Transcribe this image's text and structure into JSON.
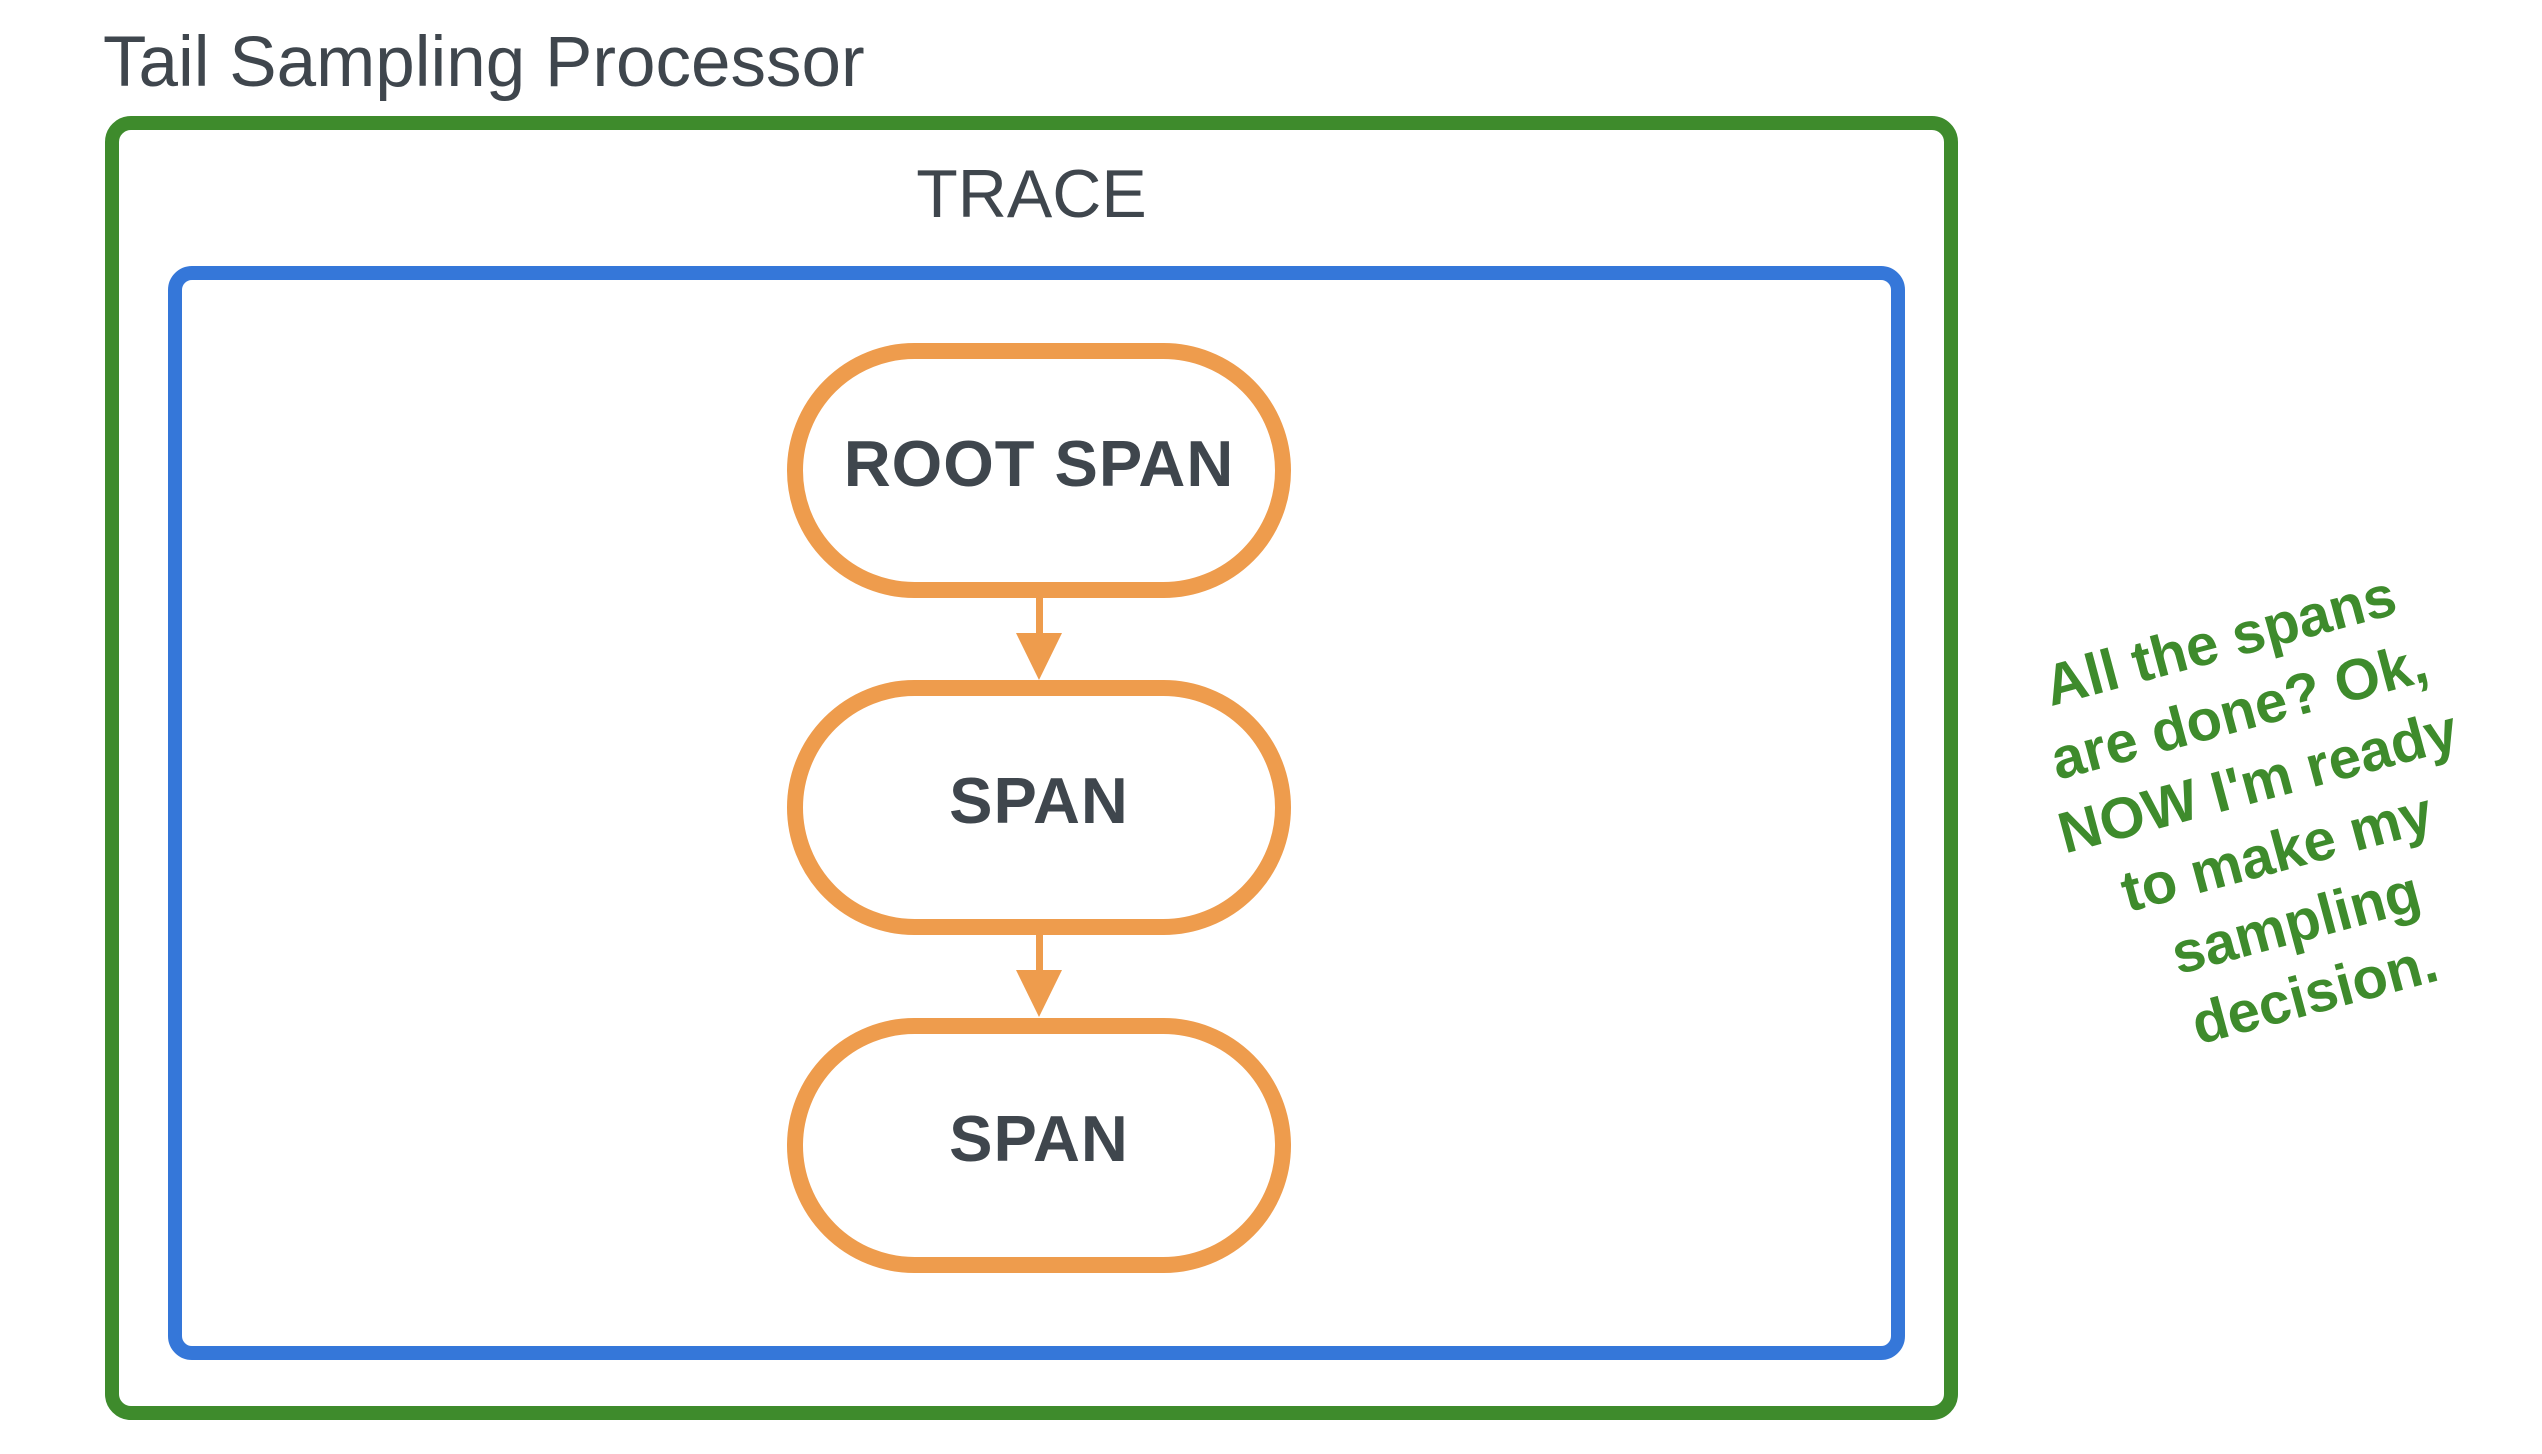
{
  "title": "Tail Sampling Processor",
  "trace": {
    "label": "TRACE"
  },
  "spans": [
    {
      "label": "ROOT SPAN"
    },
    {
      "label": "SPAN"
    },
    {
      "label": "SPAN"
    }
  ],
  "note": {
    "text": "All the spans are done? Ok, NOW I'm ready to make my sampling decision.",
    "lines": [
      "All the spans",
      "are done? Ok,",
      "NOW I'm ready",
      "to make my",
      "sampling",
      "decision."
    ]
  },
  "colors": {
    "processor_border_green": "#3E8B2C",
    "trace_border_blue": "#3577D9",
    "span_border_orange": "#EE9C4D",
    "label_text_dark": "#3F464D",
    "note_text_green": "#3E8B2C",
    "background": "#FFFFFF"
  }
}
